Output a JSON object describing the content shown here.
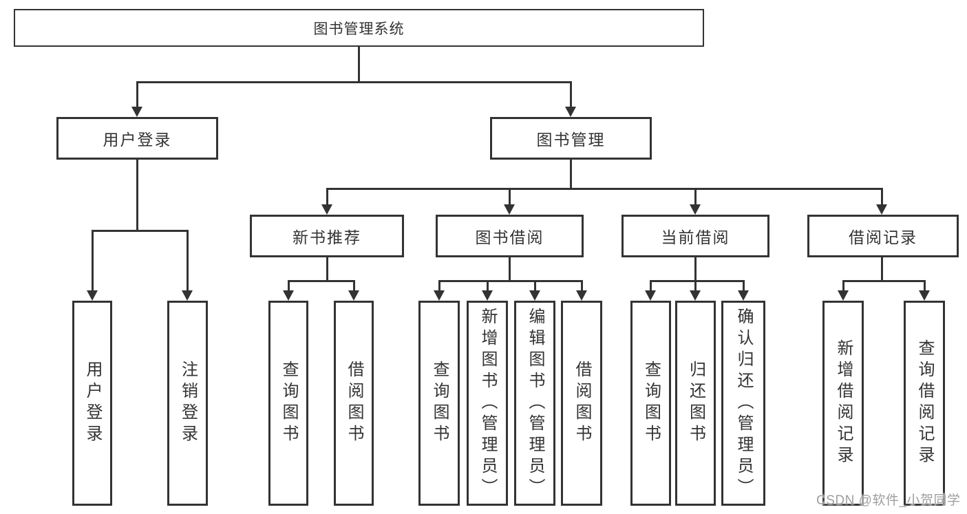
{
  "root": {
    "label": "图书管理系统"
  },
  "level2": [
    {
      "label": "用户登录"
    },
    {
      "label": "图书管理"
    }
  ],
  "level3": [
    {
      "label": "新书推荐"
    },
    {
      "label": "图书借阅"
    },
    {
      "label": "当前借阅"
    },
    {
      "label": "借阅记录"
    }
  ],
  "leaves": {
    "user_login": [
      {
        "label": "用户登录"
      },
      {
        "label": "注销登录"
      }
    ],
    "new_book_recommend": [
      {
        "label": "查询图书"
      },
      {
        "label": "借阅图书"
      }
    ],
    "book_borrow": [
      {
        "label": "查询图书"
      },
      {
        "label": "新增图书（管理员）"
      },
      {
        "label": "编辑图书（管理员）"
      },
      {
        "label": "借阅图书"
      }
    ],
    "current_borrow": [
      {
        "label": "查询图书"
      },
      {
        "label": "归还图书"
      },
      {
        "label": "确认归还（管理员）"
      }
    ],
    "borrow_records": [
      {
        "label": "新增借阅记录"
      },
      {
        "label": "查询借阅记录"
      }
    ]
  },
  "watermark": {
    "text": "CSDN @软件_小贺同学"
  },
  "colors": {
    "line": "#333333",
    "text": "#333333",
    "background": "#ffffff",
    "watermark": "#9e9e9e"
  }
}
